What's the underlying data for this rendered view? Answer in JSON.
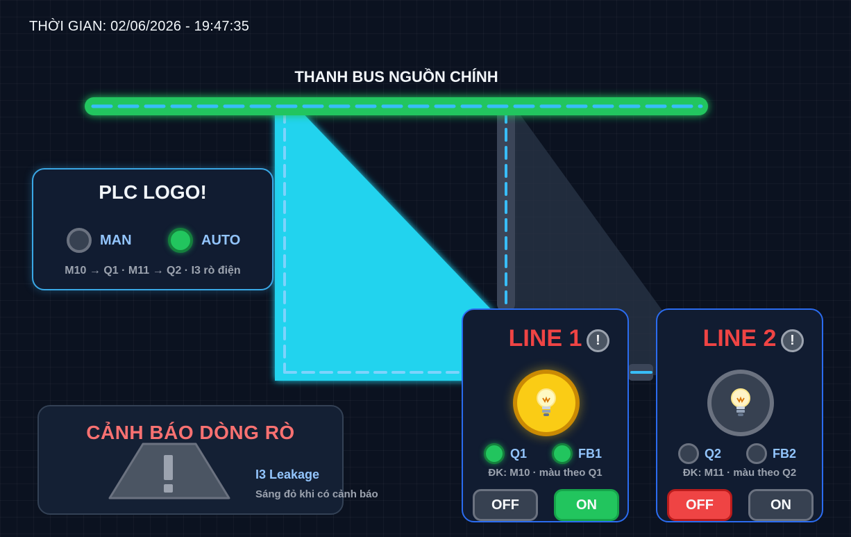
{
  "header": {
    "timestamp": "THỜI GIAN: 02/06/2026 - 19:47:35",
    "bus_title": "THANH BUS NGUỒN CHÍNH"
  },
  "colors": {
    "bus_glow": "#22c55e",
    "wire_dash": "#38bdf8",
    "line1_active": "#22d3ee",
    "line2_inactive": "#334155",
    "alarm_red": "#ef4444"
  },
  "plc": {
    "title": "PLC LOGO!",
    "modes": [
      {
        "label": "MAN",
        "active": false
      },
      {
        "label": "AUTO",
        "active": true
      }
    ],
    "note": "M10 → Q1 · M11 → Q2 · I3 rò điện"
  },
  "leakage": {
    "title": "CẢNH BÁO DÒNG RÒ",
    "icon": "warning-triangle-icon",
    "input_label": "I3 Leakage",
    "description": "Sáng đỏ khi có cảnh báo",
    "active": false
  },
  "lines": [
    {
      "title": "LINE 1",
      "info_icon": "!",
      "bulb_lit": true,
      "bulb_icon": "💡",
      "signals": [
        {
          "label": "Q1",
          "on": true
        },
        {
          "label": "FB1",
          "on": true
        }
      ],
      "note": "ĐK: M10 · màu theo Q1",
      "off_label": "OFF",
      "on_label": "ON",
      "state": "ON"
    },
    {
      "title": "LINE 2",
      "info_icon": "!",
      "bulb_lit": false,
      "bulb_icon": "💡",
      "signals": [
        {
          "label": "Q2",
          "on": false
        },
        {
          "label": "FB2",
          "on": false
        }
      ],
      "note": "ĐK: M11 · màu theo Q2",
      "off_label": "OFF",
      "on_label": "ON",
      "state": "OFF"
    }
  ]
}
